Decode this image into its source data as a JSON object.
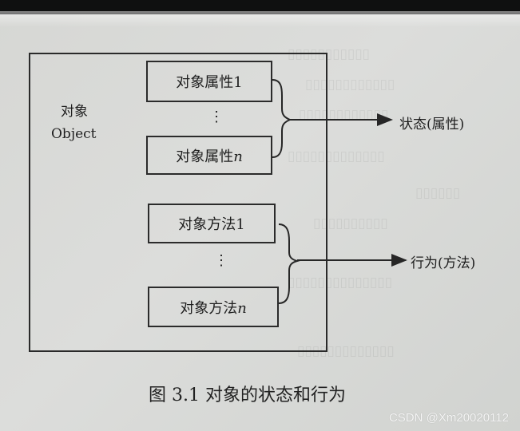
{
  "diagram": {
    "object_title": "对象",
    "object_subtitle": "Object",
    "property_first": "对象属性1",
    "property_last_prefix": "对象属性",
    "property_last_suffix": "n",
    "property_ellipsis": "⋮",
    "method_first": "对象方法1",
    "method_last_prefix": "对象方法",
    "method_last_suffix": "n",
    "method_ellipsis": "⋮",
    "state_label": "状态(属性)",
    "behavior_label": "行为(方法)",
    "figure_caption": "图 3.1 对象的状态和行为",
    "watermark": "CSDN @Xm20020112"
  },
  "colors": {
    "paper": "#d8d9d6",
    "ink": "#2a2a2a",
    "torn_edge": "#0f1010"
  }
}
